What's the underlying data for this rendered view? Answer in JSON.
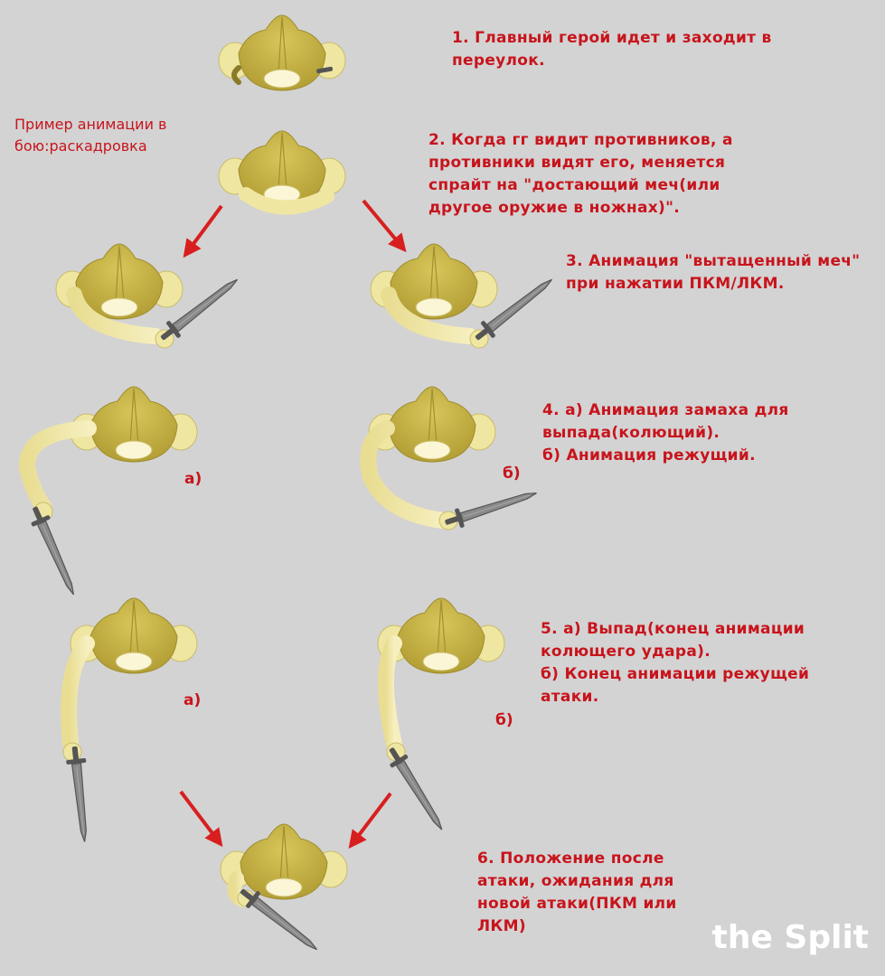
{
  "intro": "Пример анимации в\nбою:раскадровка",
  "steps": {
    "s1": "1. Главный герой идет и заходит в\nпереулок.",
    "s2": "2. Когда гг видит противников, а\nпротивники видят его, меняется\nспрайт на \"достающий меч(или\nдругое оружие в ножнах)\".",
    "s3": "3. Анимация \"вытащенный меч\"\nпри нажатии ПКМ/ЛКМ.",
    "s4": "4. а) Анимация замаха для\nвыпада(колющий).\nб) Анимация режущий.",
    "s5": "5. а) Выпад(конец анимации\nколющего удара).\nб) Конец анимации режущей\nатаки.",
    "s6": "6. Положение после\nатаки, ожидания для\nновой атаки(ПКМ или\nЛКМ)"
  },
  "labels": {
    "a": "а)",
    "b": "б)"
  },
  "watermark": "the Split",
  "colors": {
    "background": "#d3d3d3",
    "text": "#c8141c",
    "tunic": "#cbb84a",
    "skin": "#efe6a2",
    "blade": "#8a8a8a"
  }
}
